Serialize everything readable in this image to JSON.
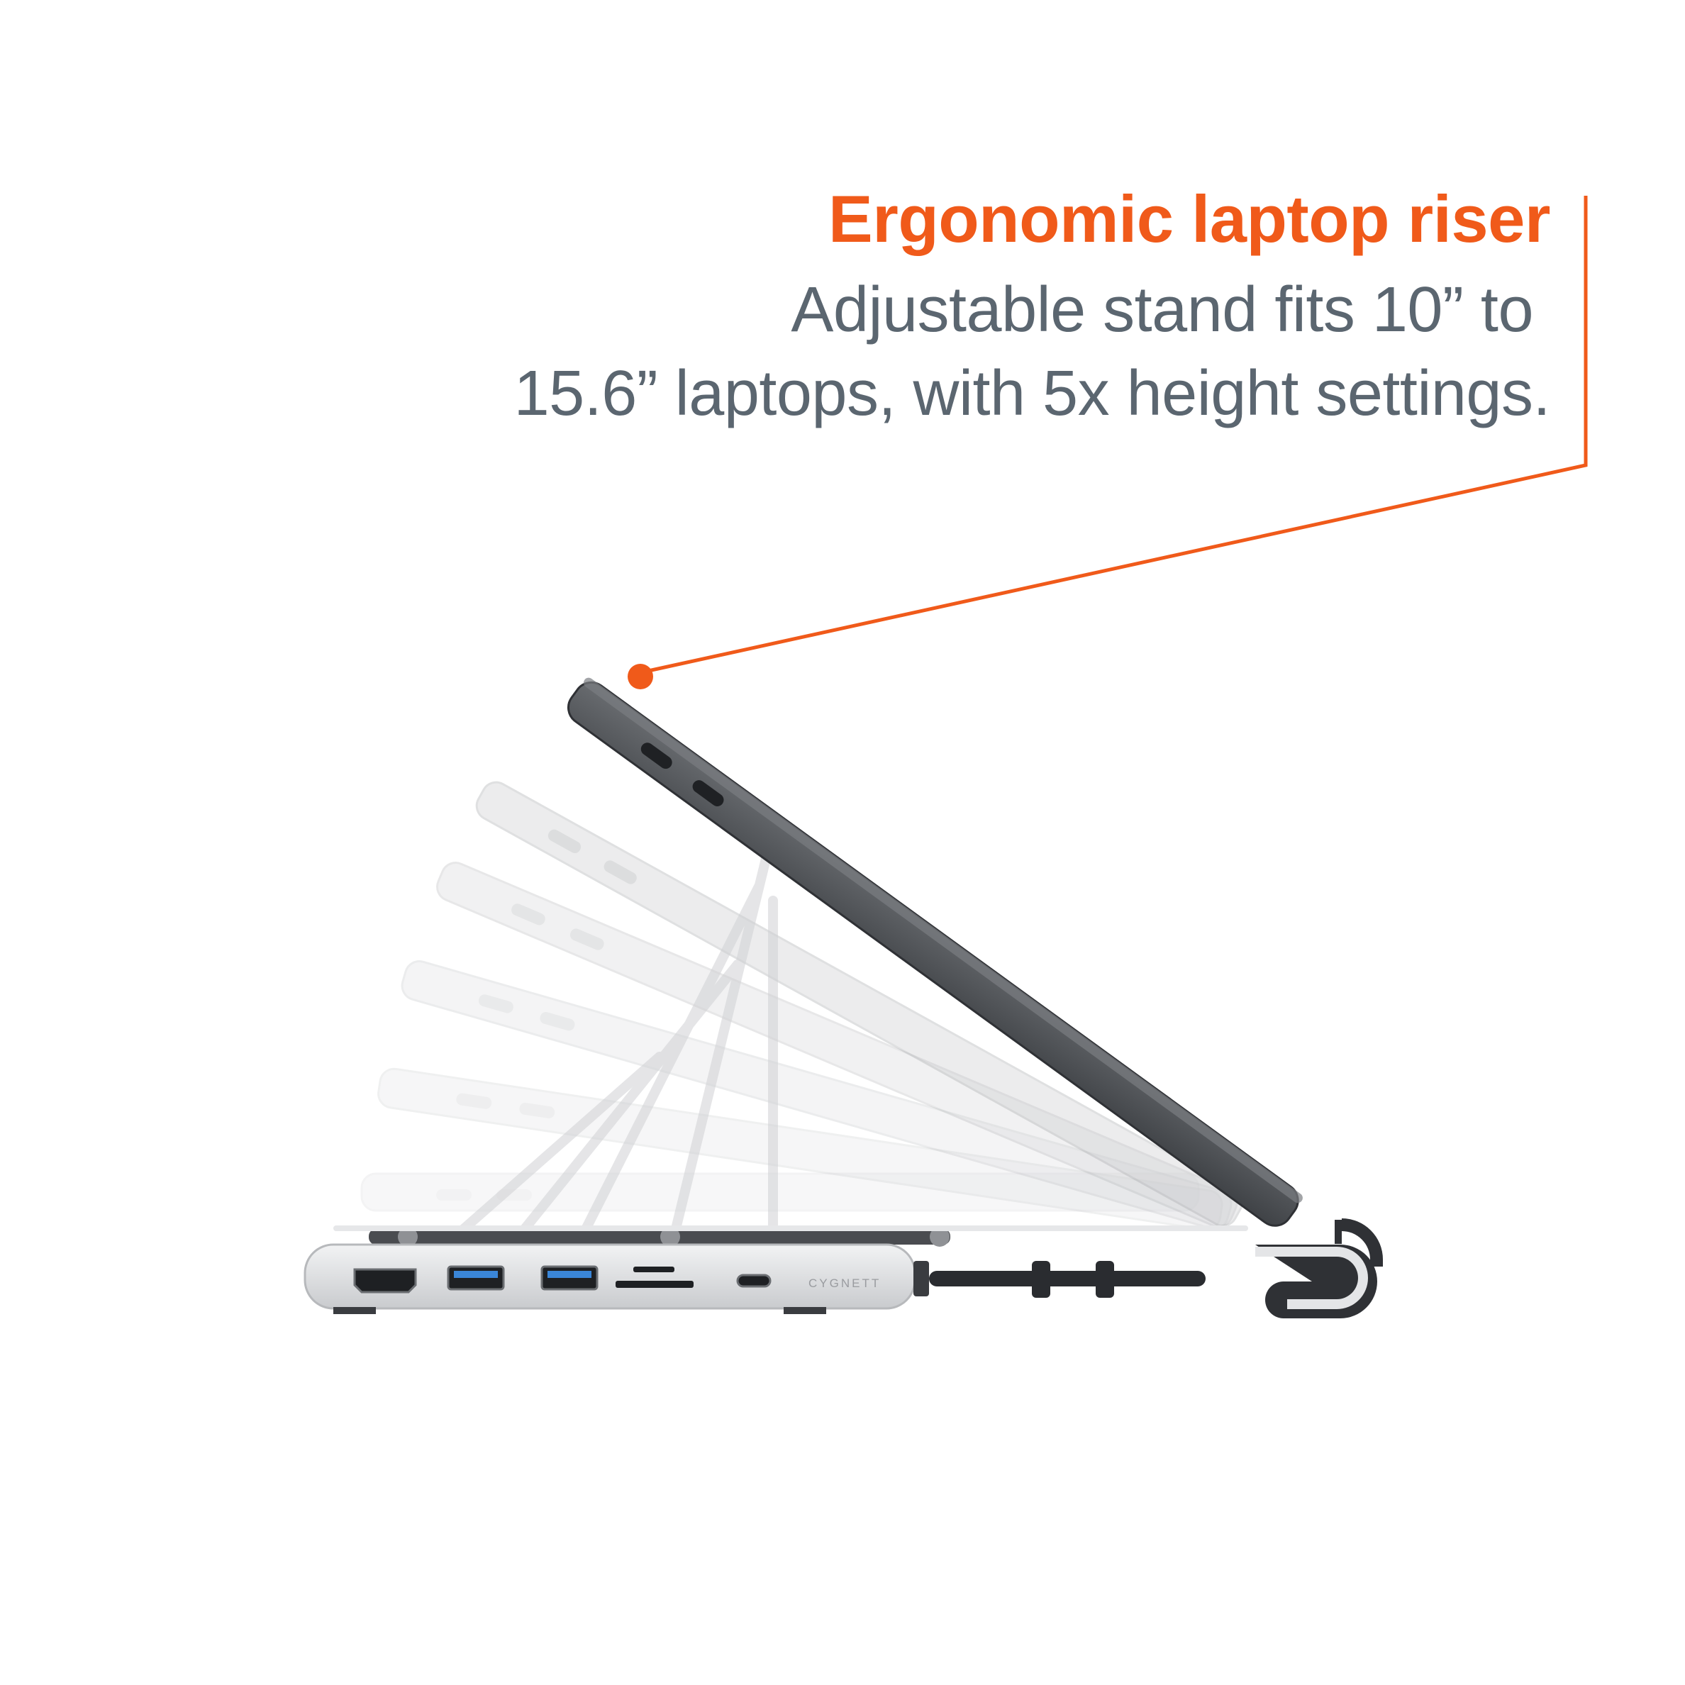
{
  "callout": {
    "headline": "Ergonomic laptop riser",
    "line1": "Adjustable stand fits 10” to",
    "line2": "15.6” laptops, with 5x height settings."
  },
  "product": {
    "brand_label": "CYGNETT"
  },
  "colors": {
    "accent": "#F05A1A",
    "body_text": "#5B6670",
    "laptop": "#55585c",
    "hub": "#e2e3e5",
    "usb_blue": "#3a86d8"
  },
  "icons": {
    "ports": [
      "hdmi-port-icon",
      "usb-a-port-icon",
      "usb-a-port-icon",
      "sd-card-slot-icon",
      "usb-c-port-icon"
    ]
  }
}
